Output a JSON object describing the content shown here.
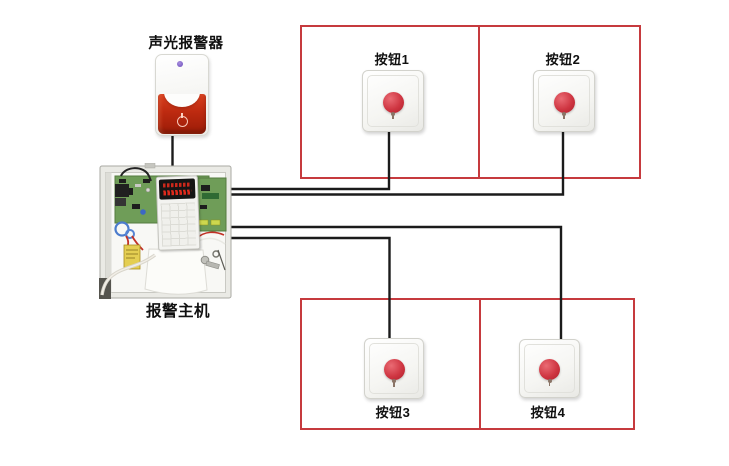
{
  "labels": {
    "siren": "声光报警器",
    "host": "报警主机",
    "button1": "按钮1",
    "button2": "按钮2",
    "button3": "按钮3",
    "button4": "按钮4"
  },
  "colors": {
    "zone_border": "#c63a3e",
    "wire": "#1b1b1b",
    "panic_button": "#cf3642",
    "siren_red": "#bd2a10",
    "siren_led": "#6a4cb8",
    "pcb_green": "#6f9d58",
    "led_display": "#e02a1c"
  },
  "connections": [
    {
      "from": "声光报警器",
      "to": "报警主机"
    },
    {
      "from": "报警主机",
      "to": "按钮1"
    },
    {
      "from": "报警主机",
      "to": "按钮2"
    },
    {
      "from": "报警主机",
      "to": "按钮3"
    },
    {
      "from": "报警主机",
      "to": "按钮4"
    }
  ]
}
